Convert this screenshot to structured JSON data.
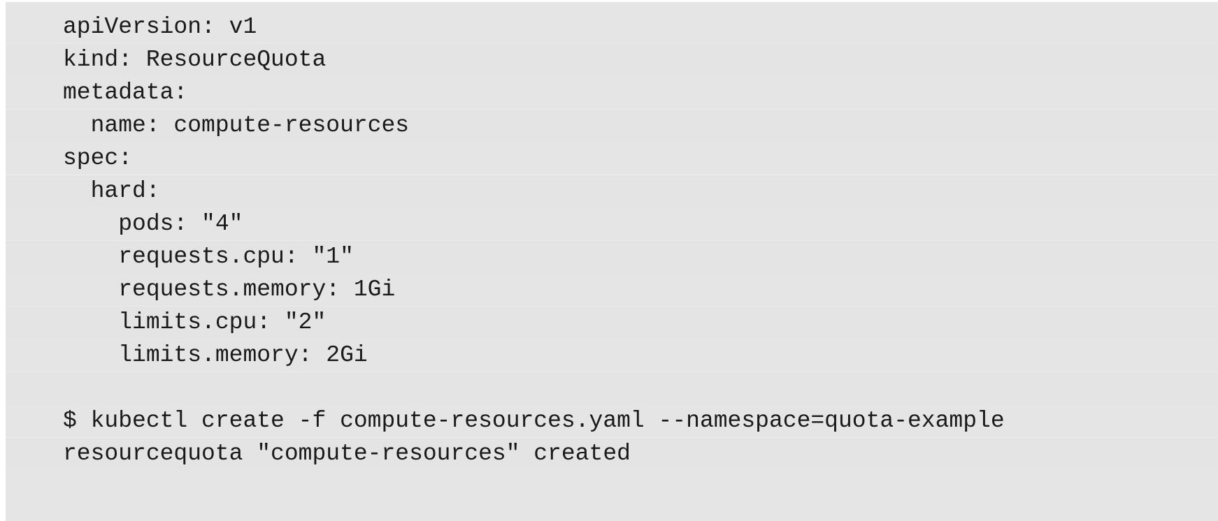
{
  "code_block": {
    "language": "yaml",
    "background_color": "#e5e5e5",
    "text_color": "#1a1a1a",
    "page_background_color": "#ffffff",
    "lines": [
      {
        "text": "apiVersion: v1"
      },
      {
        "text": "kind: ResourceQuota"
      },
      {
        "text": "metadata:"
      },
      {
        "text": "  name: compute-resources"
      },
      {
        "text": "spec:"
      },
      {
        "text": "  hard:"
      },
      {
        "text": "    pods: \"4\""
      },
      {
        "text": "    requests.cpu: \"1\""
      },
      {
        "text": "    requests.memory: 1Gi"
      },
      {
        "text": "    limits.cpu: \"2\""
      },
      {
        "text": "    limits.memory: 2Gi"
      },
      {
        "text": ""
      },
      {
        "text": "$ kubectl create -f compute-resources.yaml --namespace=quota-example"
      },
      {
        "text": "resourcequota \"compute-resources\" created"
      }
    ],
    "manifest": {
      "apiVersion": "v1",
      "kind": "ResourceQuota",
      "metadata": {
        "name": "compute-resources"
      },
      "spec": {
        "hard": {
          "pods": "4",
          "requests.cpu": "1",
          "requests.memory": "1Gi",
          "limits.cpu": "2",
          "limits.memory": "2Gi"
        }
      }
    },
    "shell": {
      "prompt": "$",
      "command": "kubectl create -f compute-resources.yaml --namespace=quota-example",
      "output": "resourcequota \"compute-resources\" created"
    }
  }
}
